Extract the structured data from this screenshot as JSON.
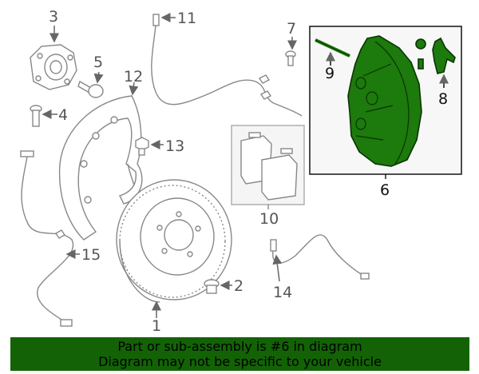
{
  "callouts": {
    "c1": "1",
    "c2": "2",
    "c3": "3",
    "c4": "4",
    "c5": "5",
    "c6": "6",
    "c7": "7",
    "c8": "8",
    "c9": "9",
    "c10": "10",
    "c11": "11",
    "c12": "12",
    "c13": "13",
    "c14": "14",
    "c15": "15"
  },
  "highlight": {
    "part_number": "6",
    "color": "#1d7a0c"
  },
  "banner": {
    "line1": "Part or sub-assembly is #6 in diagram",
    "line2": "Diagram may not be specific to your vehicle",
    "color": "#136306"
  }
}
